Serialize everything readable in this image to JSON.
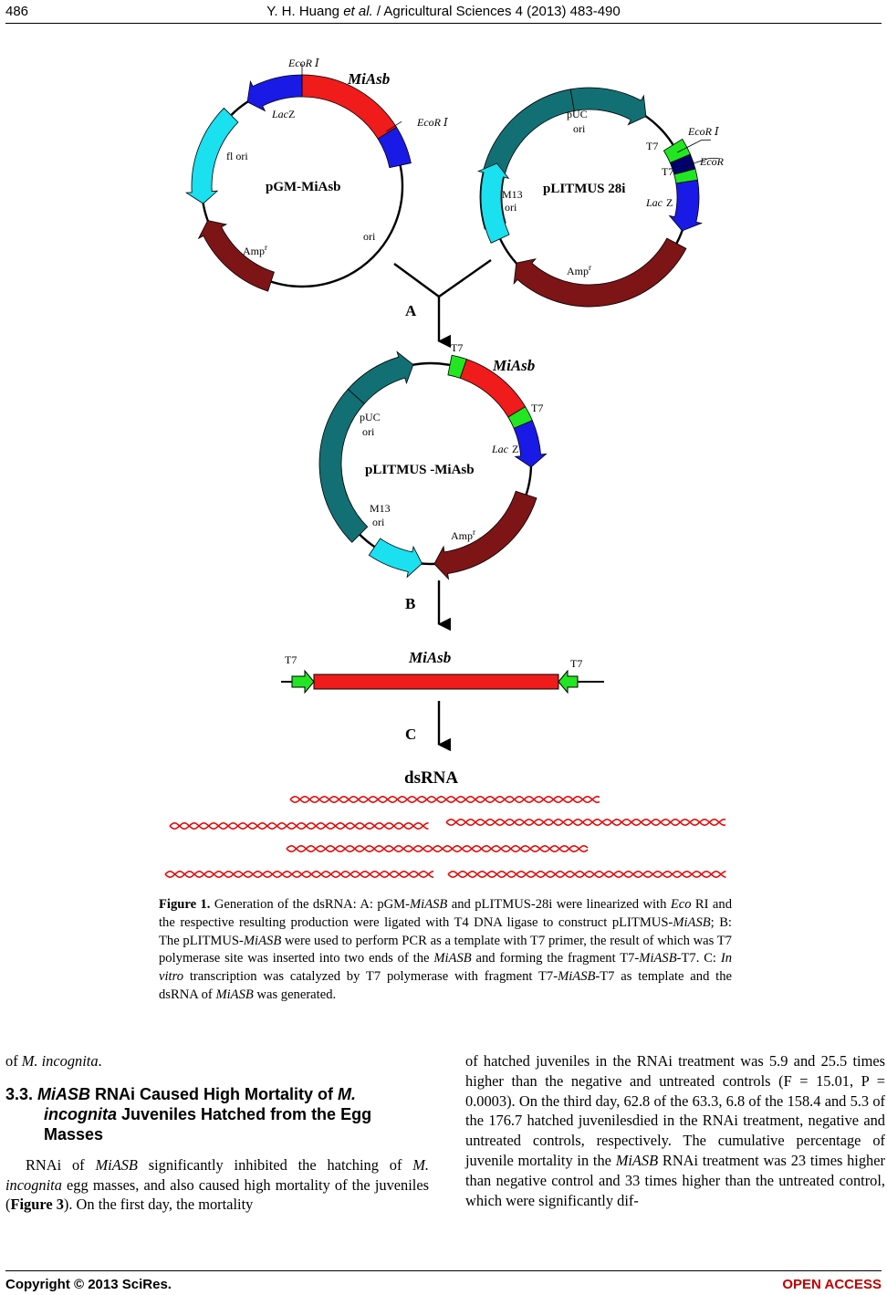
{
  "header": {
    "page_number": "486",
    "running_title_pre": "Y. H. Huang ",
    "running_title_etal": "et al.",
    "running_title_post": " / Agricultural Sciences 4 (2013) 483-490"
  },
  "figure": {
    "plasmid1": {
      "name": "pGM-MiAsb",
      "insert": "MiAsb",
      "ecor1": "EcoR Ⅰ",
      "ecor2": "EcoR Ⅰ",
      "lacz_italic": "Lac",
      "lacz_z": "Z",
      "fl_ori": "fl ori",
      "ori": "ori",
      "amp": "Amp",
      "amp_sup": "r"
    },
    "plasmid2": {
      "name": "pLITMUS 28i",
      "puc": "pUC",
      "puc_ori": "ori",
      "ecor1": "EcoR Ⅰ",
      "ecor2": "EcoR",
      "t7a": "T7",
      "t7b": "T7",
      "lacz_italic": "Lac",
      "lacz_z": "Z",
      "m13": "M13",
      "m13_ori": "ori",
      "amp": "Amp",
      "amp_sup": "r"
    },
    "plasmid3": {
      "name": "pLITMUS -MiAsb",
      "insert": "MiAsb",
      "t7a": "T7",
      "t7b": "T7",
      "puc": "pUC",
      "puc_ori": "ori",
      "lacz_italic": "Lac",
      "lacz_z": "Z",
      "m13": "M13",
      "m13_ori": "ori",
      "amp": "Amp",
      "amp_sup": "r"
    },
    "fragment": {
      "insert": "MiAsb",
      "t7_left": "T7",
      "t7_right": "T7"
    },
    "step_a": "A",
    "step_b": "B",
    "step_c": "C",
    "dsrna": "dsRNA",
    "colors": {
      "teal": "#127074",
      "cyan": "#1ae0f0",
      "maroon": "#7d1416",
      "red": "#f01b1b",
      "blue": "#1a1ae6",
      "green": "#22e622",
      "navy": "#00006e"
    }
  },
  "caption": {
    "label": "Figure 1.",
    "t1": " Generation of the dsRNA: A: pGM-",
    "i1": "MiASB",
    "t2": " and pLITMUS-28i were linearized with ",
    "i2": "Eco",
    "t3": " RI and the respective resulting production were ligated with T4 DNA ligase to construct pLITMUS-",
    "i3": "MiASB",
    "t4": "; B: The pLITMUS-",
    "i4": "MiASB",
    "t5": " were used to perform PCR as a template with T7 primer, the result of which was T7 polymerase site was inserted into two ends of the ",
    "i5": "MiASB",
    "t6": " and forming the fragment T7-",
    "i6": "MiASB",
    "t7": "-T7. C: ",
    "i7": "In vitro",
    "t8": " transcription was catalyzed by T7 polymerase with fragment T7-",
    "i8": "MiASB",
    "t9": "-T7 as template and the dsRNA of ",
    "i9": "MiASB",
    "t10": " was generated."
  },
  "left_col": {
    "p0_pre": "of ",
    "p0_i": "M. incognita",
    "p0_post": ".",
    "sec_num": "3.3. ",
    "sec_i1": "MiASB",
    "sec_t1": " RNAi Caused High Mortality of ",
    "sec_i2": "M. incognita",
    "sec_t2": " Juveniles Hatched from the Egg Masses",
    "p1_a": "RNAi of ",
    "p1_i1": "MiASB",
    "p1_b": " significantly inhibited the hatching of ",
    "p1_i2": "M. incognita",
    "p1_c": " egg masses, and also caused high mortality of the juveniles (",
    "p1_bold": "Figure 3",
    "p1_d": "). On the first day, the mortality"
  },
  "right_col": {
    "p_a": "of hatched juveniles in the RNAi treatment was 5.9 and 25.5 times higher than the negative and untreated controls (F = 15.01, P = 0.0003). On the third day, 62.8 of the 63.3, 6.8 of the 158.4 and 5.3 of the 176.7 hatched juvenilesdied in the RNAi treatment, negative and untreated controls, respectively. The cumulative percentage of juvenile mortality in the ",
    "p_i": "MiASB",
    "p_b": " RNAi treatment was 23 times higher than negative control and 33 times higher than the untreated control, which were significantly dif-"
  },
  "footer": {
    "copyright": "Copyright © 2013 SciRes.",
    "open_access": "OPEN ACCESS"
  }
}
